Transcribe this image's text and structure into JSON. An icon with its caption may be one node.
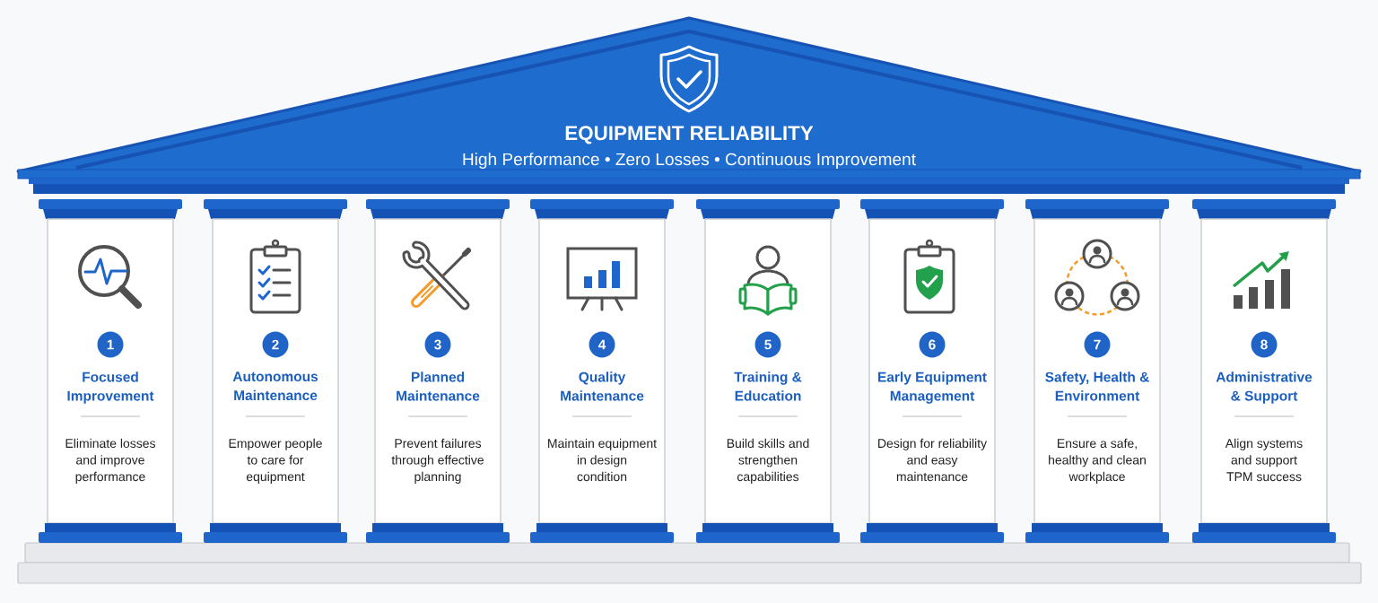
{
  "diagram": {
    "nodes": [
      {
        "text": [
          "EQUIPMENT RELIABILITY",
          "High Performance • Zero Losses • Continuous Improvement"
        ]
      },
      {
        "text": [
          "Focused Improvement",
          "Eliminate losses and improve performance"
        ]
      },
      {
        "text": [
          "1"
        ],
        "in": 1
      },
      {
        "text": [
          "Autonomous Maintenance",
          "Empower people to care for equipment"
        ]
      },
      {
        "text": [
          "2"
        ],
        "in": 3
      },
      {
        "text": [
          "Planned Maintenance",
          "Prevent failures through effective planning"
        ]
      },
      {
        "text": [
          "3"
        ],
        "in": 5
      },
      {
        "text": [
          "Quality Maintenance",
          "Maintain equipment in design condition"
        ]
      },
      {
        "text": [
          "4"
        ],
        "in": 7
      },
      {
        "text": [
          "Training & Education",
          "Build skills and strengthen capabilities"
        ]
      },
      {
        "text": [
          "5"
        ],
        "in": 9
      },
      {
        "text": [
          "Early Equipment Management",
          "Design for reliability and easy maintenance"
        ]
      },
      {
        "text": [
          "6"
        ],
        "in": 11
      },
      {
        "text": [
          "Safety, Health & Environment",
          "Ensure a safe, healthy and clean workplace"
        ]
      },
      {
        "text": [
          "7"
        ],
        "in": 13
      },
      {
        "text": [
          "Administrative & Support",
          "Align systems and support TPM success"
        ]
      },
      {
        "text": [
          "8"
        ],
        "in": 15
      },
      {
        "text": [],
        "shape": "box"
      },
      {
        "text": [],
        "shape": "box"
      }
    ]
  }
}
